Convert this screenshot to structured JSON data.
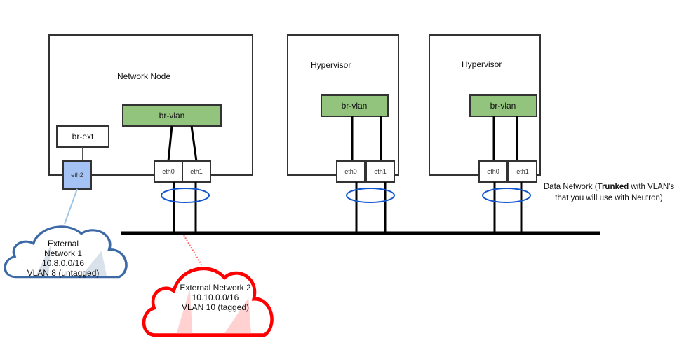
{
  "diagram": {
    "type": "network-topology",
    "colors": {
      "host_border": "#333333",
      "bridge_fill": "#93c47d",
      "external_port_fill": "#a4c2f4",
      "bond_ring": "#1155cc",
      "data_network": "#000000",
      "external_net1": "#3d6aa6",
      "external_net1_link": "#9fc5e8",
      "external_net2": "#ff0000",
      "external_net2_link": "#ff6666"
    },
    "nodes": [
      {
        "id": "network-node",
        "label": "Network Node",
        "bridges": [
          {
            "label": "br-vlan",
            "type": "vlan"
          },
          {
            "label": "br-ext",
            "type": "external"
          }
        ],
        "ports": [
          "eth0",
          "eth1",
          "eth2"
        ]
      },
      {
        "id": "hypervisor-1",
        "label": "Hypervisor",
        "bridges": [
          {
            "label": "br-vlan",
            "type": "vlan"
          }
        ],
        "ports": [
          "eth0",
          "eth1"
        ]
      },
      {
        "id": "hypervisor-2",
        "label": "Hypervisor",
        "bridges": [
          {
            "label": "br-vlan",
            "type": "vlan"
          }
        ],
        "ports": [
          "eth0",
          "eth1"
        ]
      }
    ],
    "data_network": {
      "label_prefix": "Data Network (",
      "label_bold": "Trunked",
      "label_suffix": " with VLAN's",
      "label_line2": "that you will use with Neutron)"
    },
    "external_networks": [
      {
        "name_line1": "External",
        "name_line2": "Network 1",
        "cidr": "10.8.0.0/16",
        "vlan": "VLAN 8 (untagged)",
        "attached_to": "eth2"
      },
      {
        "name": "External Network 2",
        "cidr": "10.10.0.0/16",
        "vlan": "VLAN 10 (tagged)",
        "attached_to": "data-network"
      }
    ]
  }
}
